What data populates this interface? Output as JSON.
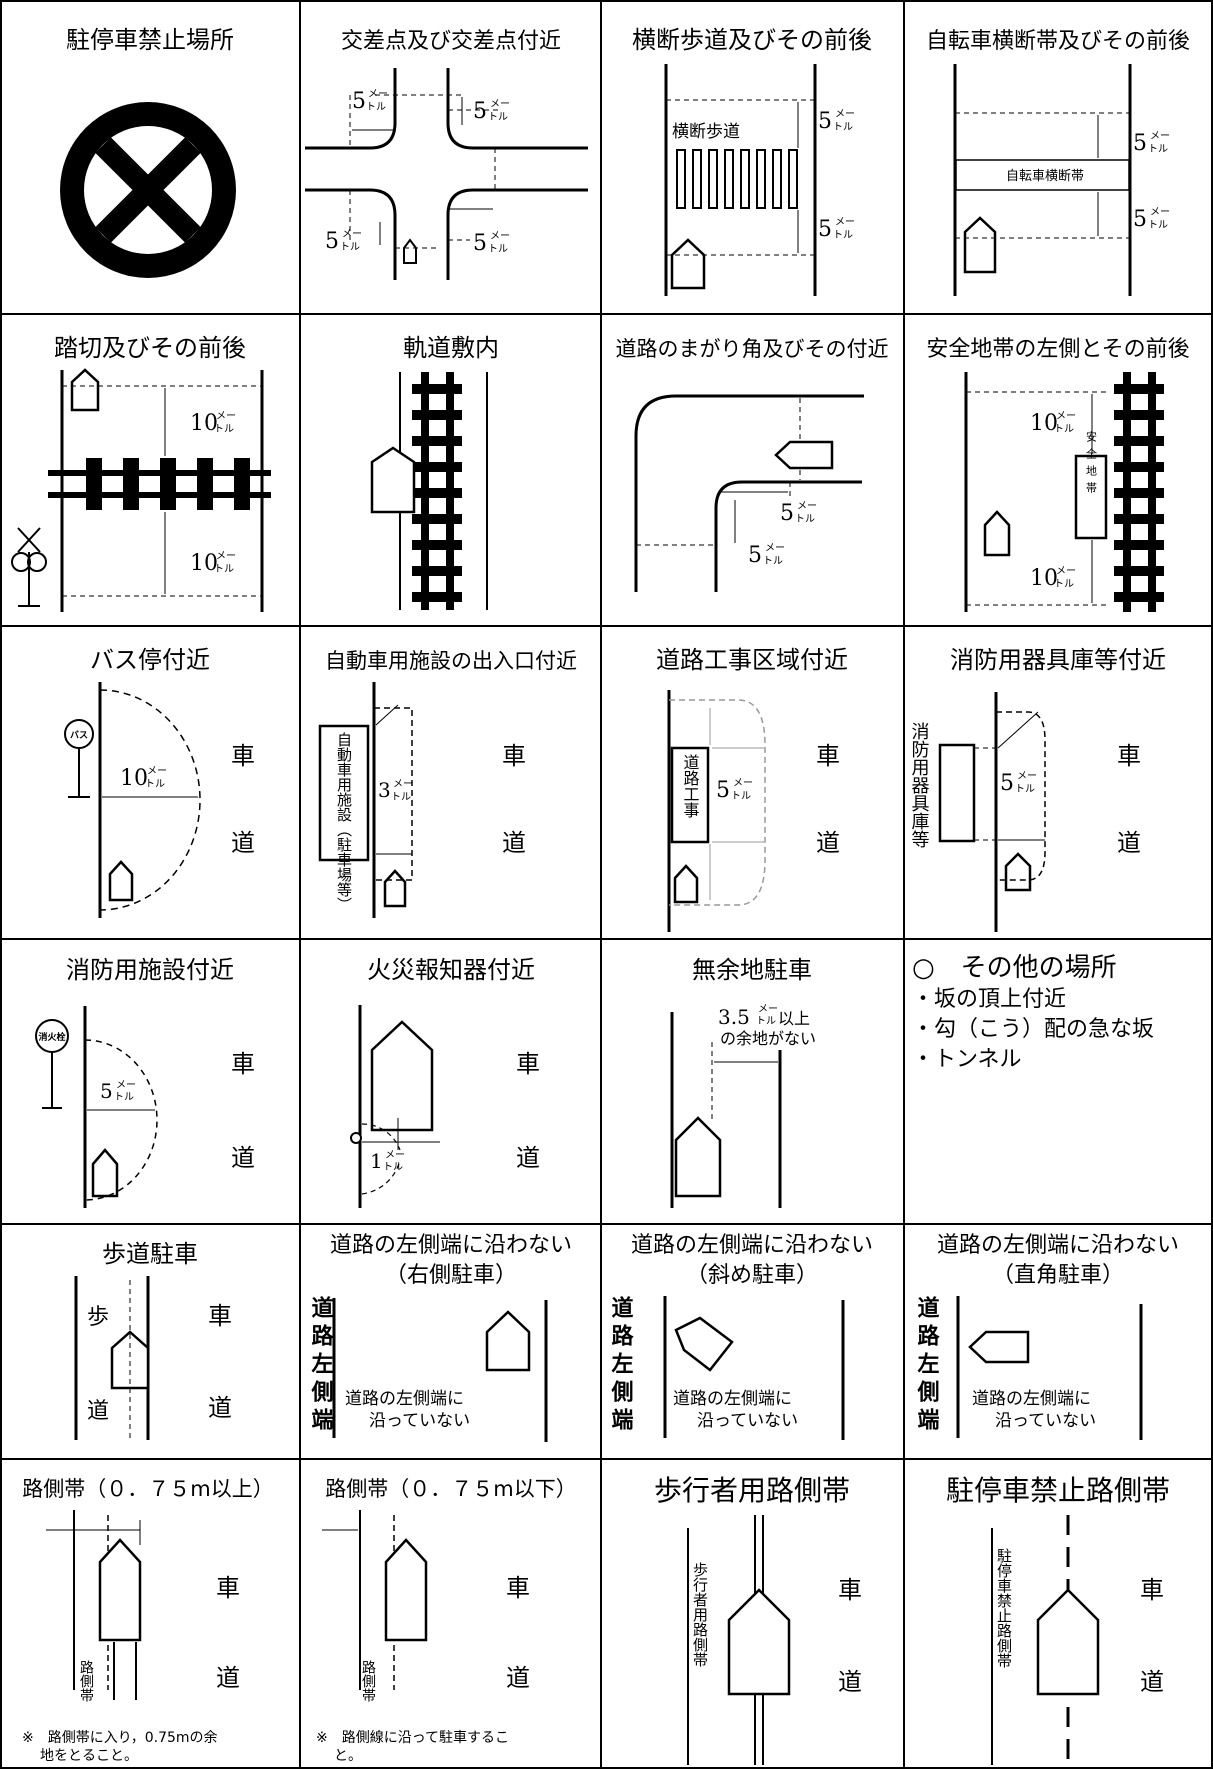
{
  "cells": [
    {
      "title": "駐停車禁止場所"
    },
    {
      "title": "交差点及び交差点付近",
      "labels": {
        "d1": "5",
        "d2": "5",
        "d3": "5",
        "d4": "5",
        "u1a": "メー",
        "u1b": "トル",
        "u2a": "メー",
        "u2b": "トル",
        "u3a": "メー",
        "u3b": "トル",
        "u4a": "メー",
        "u4b": "トル"
      }
    },
    {
      "title": "横断歩道及びその前後",
      "labels": {
        "crosswalk": "横断歩道",
        "d1": "5",
        "d2": "5",
        "ua": "メー",
        "ub": "トル"
      }
    },
    {
      "title": "自転車横断帯及びその前後",
      "labels": {
        "band": "自転車横断帯",
        "d1": "5",
        "d2": "5",
        "ua": "メー",
        "ub": "トル"
      }
    },
    {
      "title": "踏切及びその前後",
      "labels": {
        "d1": "10",
        "d2": "10",
        "ua": "メー",
        "ub": "トル"
      }
    },
    {
      "title": "軌道敷内"
    },
    {
      "title": "道路のまがり角及びその付近",
      "labels": {
        "d1": "5",
        "d2": "5",
        "ua": "メー",
        "ub": "トル"
      }
    },
    {
      "title": "安全地帯の左側とその前後",
      "labels": {
        "zone": "安全地帯",
        "d1": "10",
        "d2": "10",
        "ua": "メー",
        "ub": "トル"
      }
    },
    {
      "title": "バス停付近",
      "labels": {
        "bus": "バス",
        "d1": "10",
        "ua": "メー",
        "ub": "トル",
        "road1": "車",
        "road2": "道"
      }
    },
    {
      "title": "自動車用施設の出入口付近",
      "labels": {
        "facility": "自動車用施設（駐車場等）",
        "d1": "3",
        "ua": "メー",
        "ub": "トル",
        "road1": "車",
        "road2": "道"
      }
    },
    {
      "title": "道路工事区域付近",
      "labels": {
        "works": "道路工事",
        "d1": "5",
        "ua": "メー",
        "ub": "トル",
        "road1": "車",
        "road2": "道"
      }
    },
    {
      "title": "消防用器具庫等付近",
      "labels": {
        "store": "消防用器具庫等",
        "d1": "5",
        "ua": "メー",
        "ub": "トル",
        "road1": "車",
        "road2": "道"
      }
    },
    {
      "title": "消防用施設付近",
      "labels": {
        "hydrant": "消火栓",
        "d1": "5",
        "ua": "メー",
        "ub": "トル",
        "road1": "車",
        "road2": "道"
      }
    },
    {
      "title": "火災報知器付近",
      "labels": {
        "d1": "1",
        "ua": "メー",
        "ub": "トル",
        "road1": "車",
        "road2": "道"
      }
    },
    {
      "title": "無余地駐車",
      "labels": {
        "d1": "3.5",
        "ua": "メー",
        "ub": "トル",
        "tail": "以上",
        "line2": "の余地がない"
      }
    },
    {
      "title": "○　その他の場所",
      "items": [
        "・坂の頂上付近",
        "・勾（こう）配の急な坂",
        "・トンネル"
      ]
    },
    {
      "title": "歩道駐車",
      "labels": {
        "walk1": "歩",
        "walk2": "道",
        "road1": "車",
        "road2": "道"
      }
    },
    {
      "title": "道路の左側端に沿わない",
      "subtitle": "（右側駐車）",
      "labels": {
        "edge": "道路左側端",
        "note1": "道路の左側端に",
        "note2": "沿っていない"
      }
    },
    {
      "title": "道路の左側端に沿わない",
      "subtitle": "（斜め駐車）",
      "labels": {
        "edge": "道路左側端",
        "note1": "道路の左側端に",
        "note2": "沿っていない"
      }
    },
    {
      "title": "道路の左側端に沿わない",
      "subtitle": "（直角駐車）",
      "labels": {
        "edge": "道路左側端",
        "note1": "道路の左側端に",
        "note2": "沿っていない"
      }
    },
    {
      "title": "路側帯（０．７５m以上）",
      "labels": {
        "band": "路側帯",
        "road1": "車",
        "road2": "道",
        "note1": "※　路側帯に入り，0.75mの余",
        "note2": "地をとること。"
      }
    },
    {
      "title": "路側帯（０．７５m以下）",
      "labels": {
        "band": "路側帯",
        "road1": "車",
        "road2": "道",
        "note1": "※　路側線に沿って駐車するこ",
        "note2": "と。"
      }
    },
    {
      "title": "歩行者用路側帯",
      "labels": {
        "band": "歩行者用路側帯",
        "road1": "車",
        "road2": "道"
      }
    },
    {
      "title": "駐停車禁止路側帯",
      "labels": {
        "band": "駐停車禁止路側帯",
        "road1": "車",
        "road2": "道"
      }
    }
  ]
}
